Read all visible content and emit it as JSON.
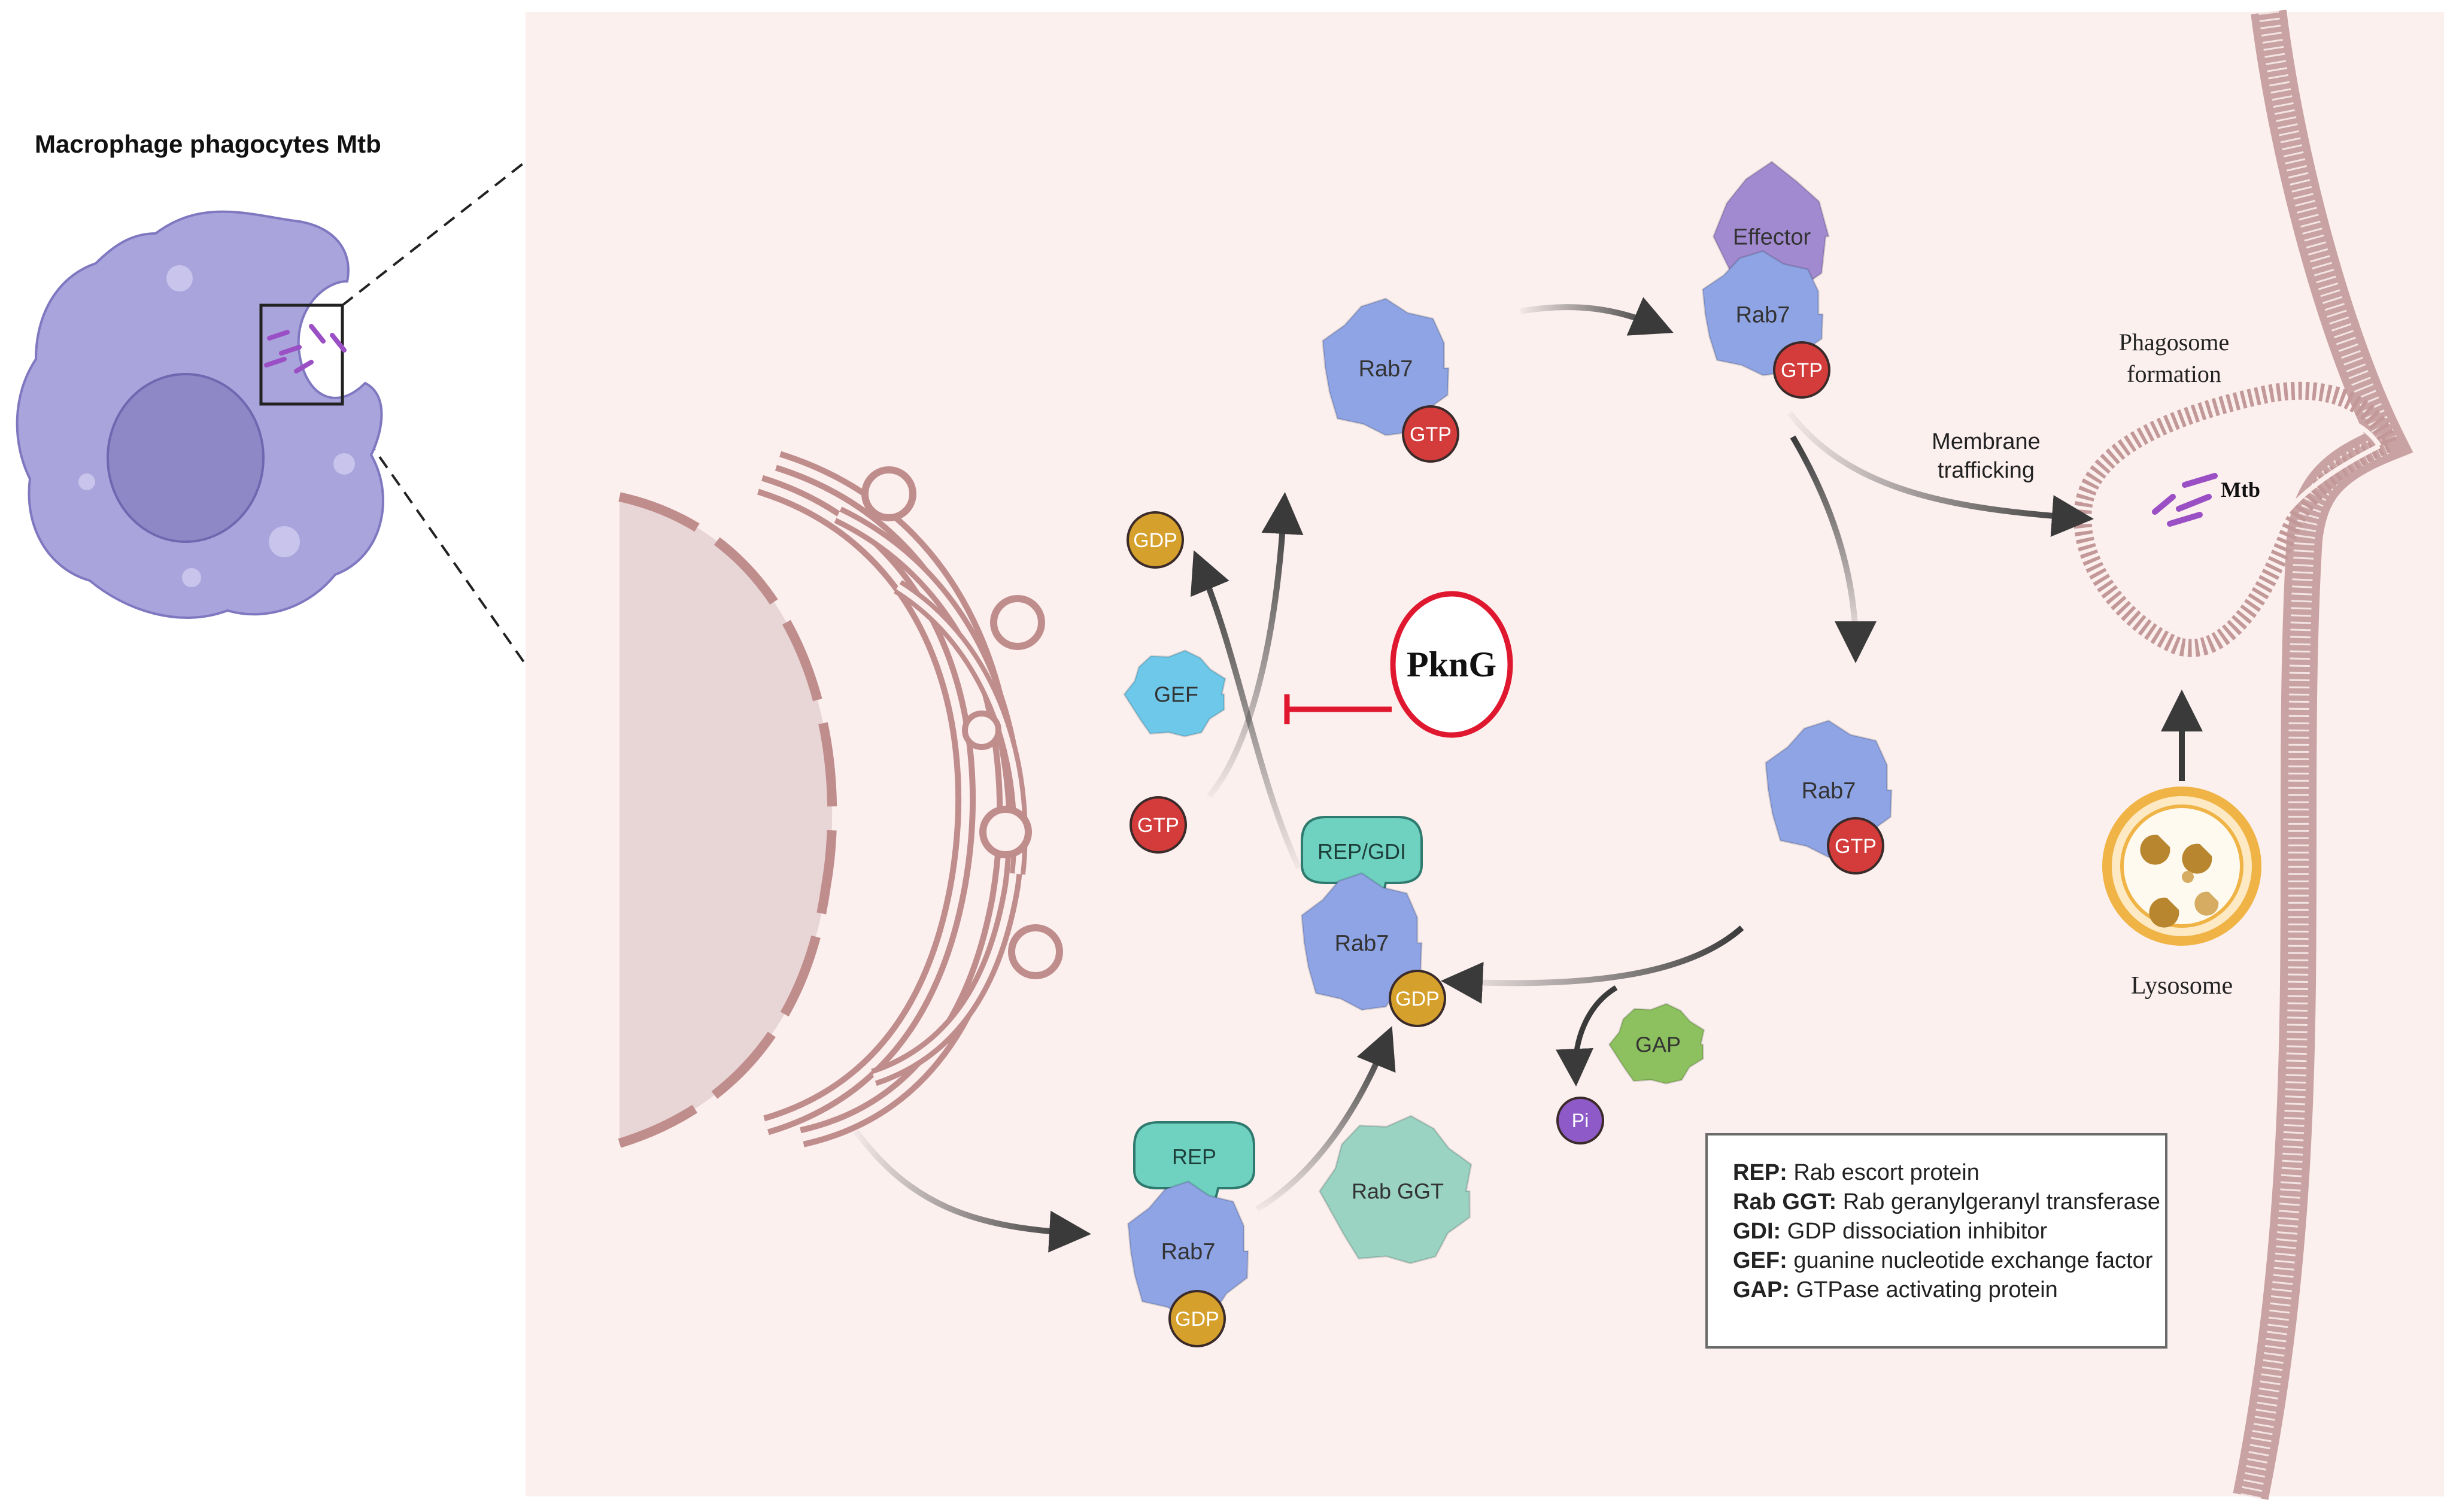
{
  "title": "Macrophage phagocytes Mtb",
  "labels": {
    "effector": "Effector",
    "rab7": "Rab7",
    "gtp": "GTP",
    "gdp": "GDP",
    "gef": "GEF",
    "gap": "GAP",
    "pi": "Pi",
    "rep": "REP",
    "rep_gdi": "REP/GDI",
    "rab_ggt": "Rab GGT",
    "pkng": "PknG",
    "membrane_trafficking_1": "Membrane",
    "membrane_trafficking_2": "trafficking",
    "phagosome_1": "Phagosome",
    "phagosome_2": "formation",
    "mtb": "Mtb",
    "lysosome": "Lysosome"
  },
  "legend": [
    {
      "term": "REP:",
      "definition": "Rab escort protein"
    },
    {
      "term": "Rab GGT:",
      "definition": "Rab geranylgeranyl transferase"
    },
    {
      "term": "GDI:",
      "definition": "GDP dissociation inhibitor"
    },
    {
      "term": "GEF:",
      "definition": "guanine nucleotide exchange factor"
    },
    {
      "term": "GAP:",
      "definition": "GTPase activating protein"
    }
  ],
  "colors": {
    "cell_bg": "#fcf0ef",
    "macrophage": "#a9a4dc",
    "nucleus": "#8e88c7",
    "rab7": "#8fa4e4",
    "gtp": "#d43b3b",
    "gdp": "#d5a02c",
    "gef": "#6ec8ea",
    "gap": "#8dc15f",
    "rep": "#6fd1c0",
    "rab_ggt": "#9ad3c2",
    "effector": "#a28ad0",
    "pi": "#8e5ac7",
    "pkng": "#e0182f",
    "membrane": "#c08d8d",
    "mtb": "#9b4fc4",
    "lysosome": "#f0b446"
  }
}
